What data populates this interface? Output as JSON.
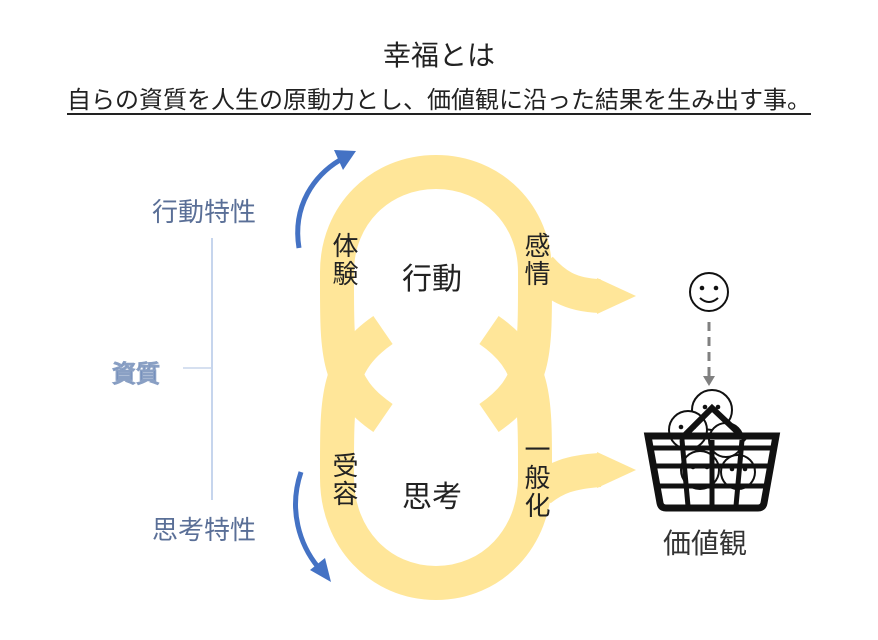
{
  "header": {
    "title": "幸福とは",
    "subtitle": "自らの資質を人生の原動力とし、価値観に沿った結果を生み出す事。"
  },
  "traits": {
    "action": "行動特性",
    "core": "資質",
    "thinking": "思考特性"
  },
  "loop": {
    "top_center": "行動",
    "top_left": "体験",
    "top_right": "感情",
    "bottom_center": "思考",
    "bottom_left": "受容",
    "bottom_right": "一般化"
  },
  "result": {
    "label": "価値観"
  },
  "icons": {
    "smiley": "smiley-face-icon",
    "basket": "basket-of-smileys-icon",
    "down_arrow": "dashed-down-arrow-icon"
  },
  "colors": {
    "loop": "#ffe699",
    "curve_arrow": "#4472c4",
    "trait_text": "#5a6f97",
    "bracket_line": "#b4c7e7",
    "dashed_arrow": "#808080"
  }
}
